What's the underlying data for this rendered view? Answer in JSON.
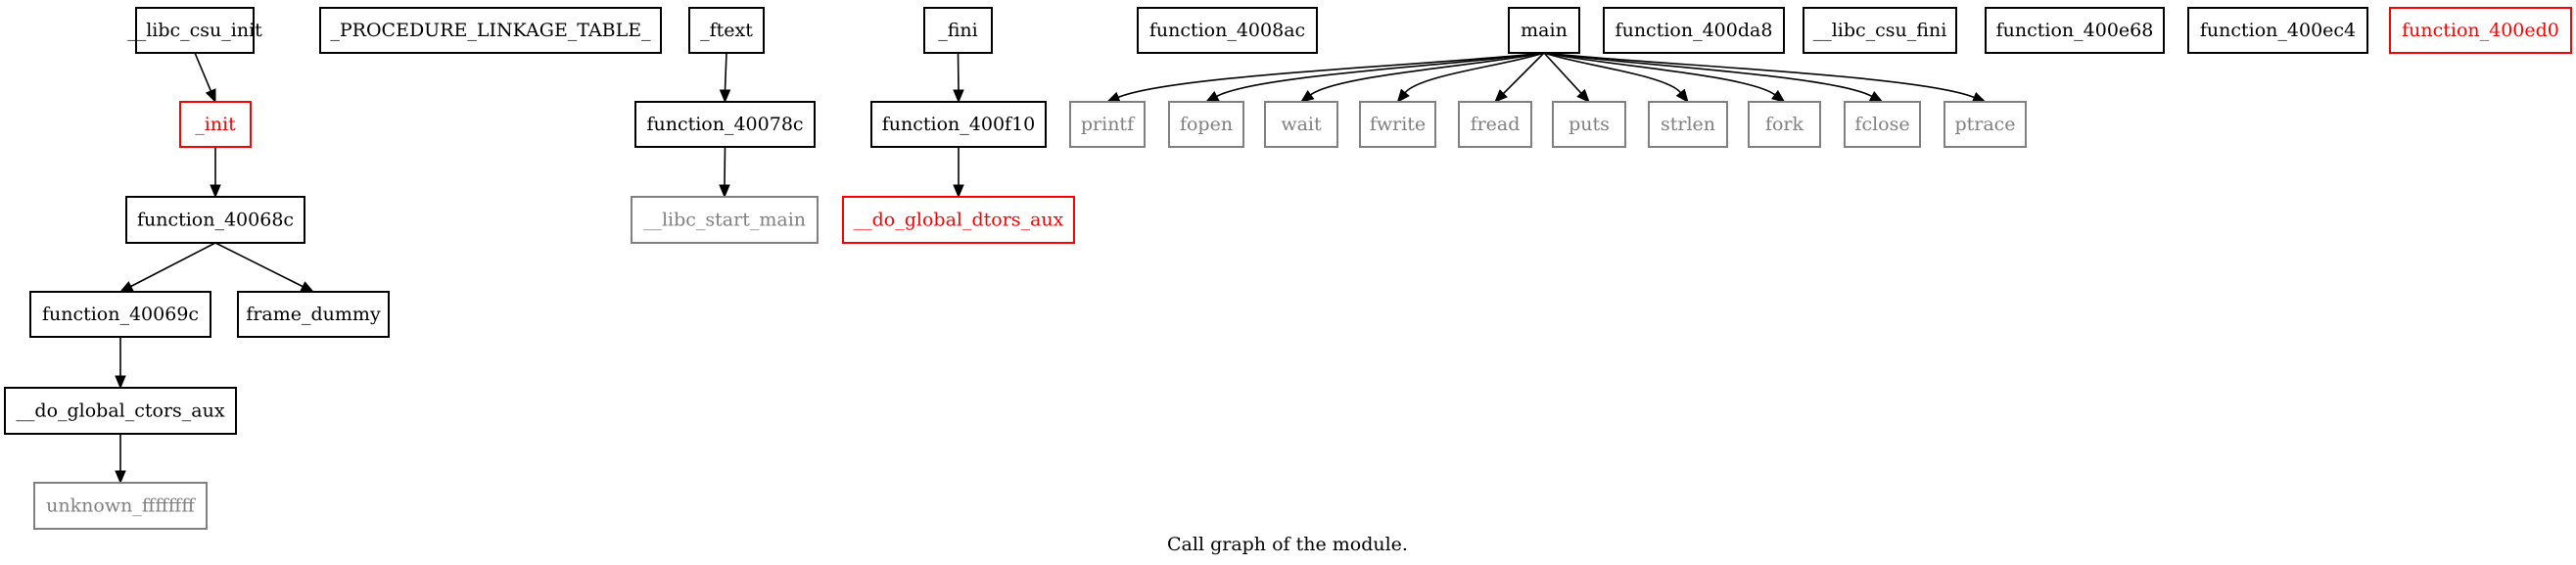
{
  "caption": "Call graph of the module.",
  "colors": {
    "normal": "#000000",
    "highlight": "#ff0000",
    "external": "#808080"
  },
  "nodes": [
    {
      "id": "__libc_csu_init",
      "label": "__libc_csu_init",
      "style": "normal"
    },
    {
      "id": "_init",
      "label": "_init",
      "style": "highlight"
    },
    {
      "id": "function_40068c",
      "label": "function_40068c",
      "style": "normal"
    },
    {
      "id": "function_40069c",
      "label": "function_40069c",
      "style": "normal"
    },
    {
      "id": "frame_dummy",
      "label": "frame_dummy",
      "style": "normal"
    },
    {
      "id": "__do_global_ctors_aux",
      "label": "__do_global_ctors_aux",
      "style": "normal"
    },
    {
      "id": "unknown_ffffffff",
      "label": "unknown_ffffffff",
      "style": "external"
    },
    {
      "id": "_PROCEDURE_LINKAGE_TABLE_",
      "label": "_PROCEDURE_LINKAGE_TABLE_",
      "style": "normal"
    },
    {
      "id": "_ftext",
      "label": "_ftext",
      "style": "normal"
    },
    {
      "id": "function_40078c",
      "label": "function_40078c",
      "style": "normal"
    },
    {
      "id": "__libc_start_main",
      "label": "__libc_start_main",
      "style": "external"
    },
    {
      "id": "_fini",
      "label": "_fini",
      "style": "normal"
    },
    {
      "id": "function_400f10",
      "label": "function_400f10",
      "style": "normal"
    },
    {
      "id": "__do_global_dtors_aux",
      "label": "__do_global_dtors_aux",
      "style": "highlight"
    },
    {
      "id": "function_4008ac",
      "label": "function_4008ac",
      "style": "normal"
    },
    {
      "id": "main",
      "label": "main",
      "style": "normal"
    },
    {
      "id": "printf",
      "label": "printf",
      "style": "external"
    },
    {
      "id": "fopen",
      "label": "fopen",
      "style": "external"
    },
    {
      "id": "wait",
      "label": "wait",
      "style": "external"
    },
    {
      "id": "fwrite",
      "label": "fwrite",
      "style": "external"
    },
    {
      "id": "fread",
      "label": "fread",
      "style": "external"
    },
    {
      "id": "puts",
      "label": "puts",
      "style": "external"
    },
    {
      "id": "strlen",
      "label": "strlen",
      "style": "external"
    },
    {
      "id": "fork",
      "label": "fork",
      "style": "external"
    },
    {
      "id": "fclose",
      "label": "fclose",
      "style": "external"
    },
    {
      "id": "ptrace",
      "label": "ptrace",
      "style": "external"
    },
    {
      "id": "function_400da8",
      "label": "function_400da8",
      "style": "normal"
    },
    {
      "id": "__libc_csu_fini",
      "label": "__libc_csu_fini",
      "style": "normal"
    },
    {
      "id": "function_400e68",
      "label": "function_400e68",
      "style": "normal"
    },
    {
      "id": "function_400ec4",
      "label": "function_400ec4",
      "style": "normal"
    },
    {
      "id": "function_400ed0",
      "label": "function_400ed0",
      "style": "highlight"
    }
  ],
  "edges": [
    {
      "from": "__libc_csu_init",
      "to": "_init"
    },
    {
      "from": "_init",
      "to": "function_40068c"
    },
    {
      "from": "function_40068c",
      "to": "function_40069c"
    },
    {
      "from": "function_40068c",
      "to": "frame_dummy"
    },
    {
      "from": "function_40069c",
      "to": "__do_global_ctors_aux"
    },
    {
      "from": "__do_global_ctors_aux",
      "to": "unknown_ffffffff"
    },
    {
      "from": "_ftext",
      "to": "function_40078c"
    },
    {
      "from": "function_40078c",
      "to": "__libc_start_main"
    },
    {
      "from": "_fini",
      "to": "function_400f10"
    },
    {
      "from": "function_400f10",
      "to": "__do_global_dtors_aux"
    },
    {
      "from": "main",
      "to": "printf"
    },
    {
      "from": "main",
      "to": "fopen"
    },
    {
      "from": "main",
      "to": "wait"
    },
    {
      "from": "main",
      "to": "fwrite"
    },
    {
      "from": "main",
      "to": "fread"
    },
    {
      "from": "main",
      "to": "puts"
    },
    {
      "from": "main",
      "to": "strlen"
    },
    {
      "from": "main",
      "to": "fork"
    },
    {
      "from": "main",
      "to": "fclose"
    },
    {
      "from": "main",
      "to": "ptrace"
    }
  ]
}
